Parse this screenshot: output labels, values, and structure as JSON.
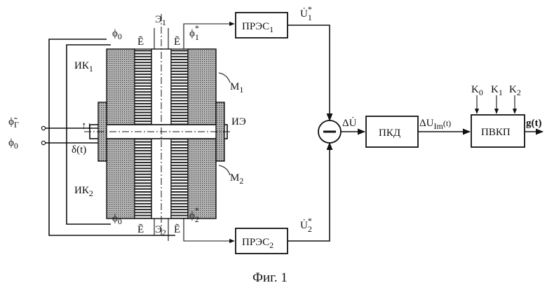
{
  "caption": "Фиг. 1",
  "blocks": {
    "pres1": "ПРЭС",
    "pres1_sub": "1",
    "pres2": "ПРЭС",
    "pres2_sub": "2",
    "pkd": "ПКД",
    "pvkp": "ПВКП"
  },
  "labels": {
    "phi0_top": "ϕ",
    "phi0_top_sub": "0",
    "phi0_bot": "ϕ",
    "phi0_bot_sub": "0",
    "E_tl": "Ẽ",
    "E_tr": "Ẽ",
    "E_bl": "Ẽ",
    "E_br": "Ẽ",
    "E1": "Э",
    "E1_sub": "1",
    "E2": "Э",
    "E2_sub": "2",
    "phi1": "ϕ",
    "phi1_sup": "*",
    "phi1_sub": "1",
    "phi2": "ϕ",
    "phi2_sup": "*",
    "phi2_sub": "2",
    "IK1": "ИК",
    "IK1_sub": "1",
    "IK2": "ИК",
    "IK2_sub": "2",
    "M1": "М",
    "M1_sub": "1",
    "M2": "М",
    "M2_sub": "2",
    "IE": "ИЭ",
    "phiG": "ϕ̃",
    "phiG_sub": "Г",
    "phi0_in": "ϕ",
    "phi0_in_sub": "0",
    "delta": "δ(t)",
    "arrows": "↑↓",
    "U1": "U̇",
    "U1_sup": "*",
    "U1_sub": "1",
    "U2": "U̇",
    "U2_sup": "*",
    "U2_sub": "2",
    "dU": "ΔU̇",
    "dUIm": "ΔU",
    "dUIm_sub": "Im",
    "dUIm_tail": "(t)",
    "K0": "K",
    "K0_sub": "0",
    "K1": "K",
    "K1_sub": "1",
    "K2": "K",
    "K2_sub": "2",
    "out": "g(t)"
  }
}
